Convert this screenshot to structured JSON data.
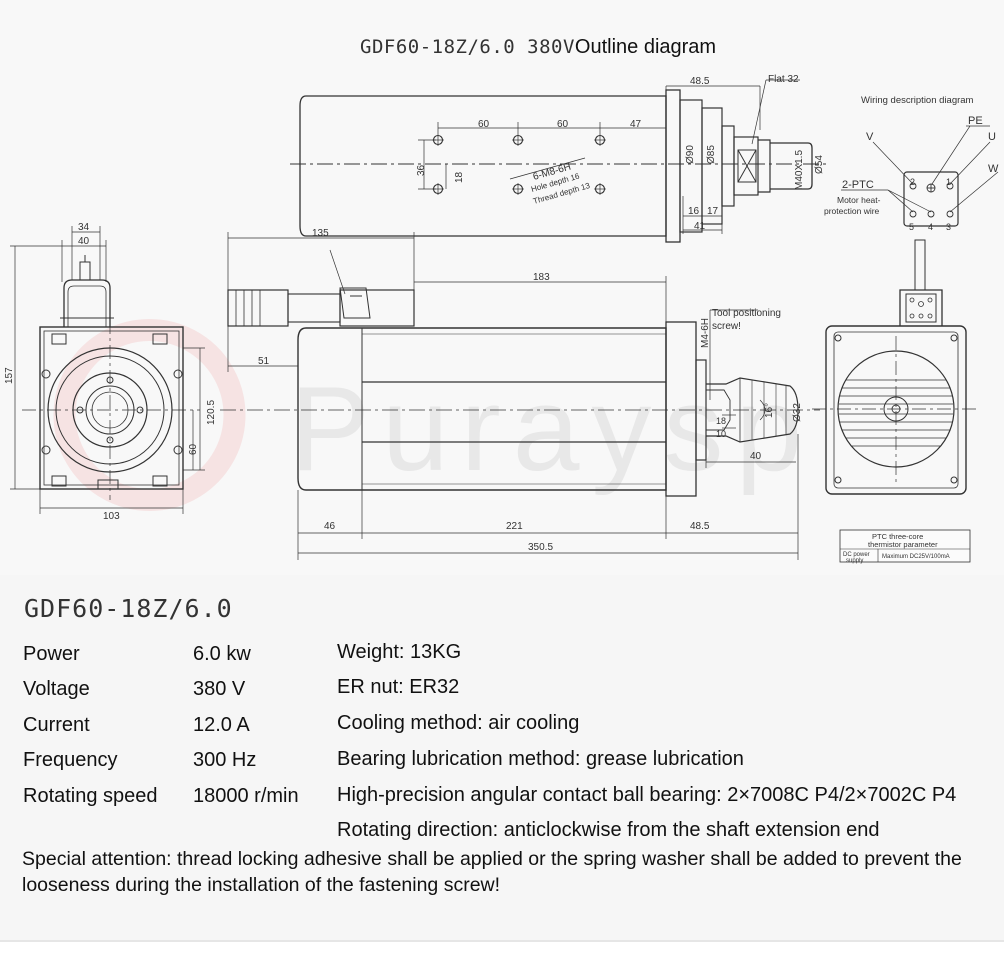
{
  "title": {
    "model": "GDF60-18Z/6.0 380V",
    "suffix": "Outline diagram"
  },
  "watermark": {
    "brand_text": "Puraysp"
  },
  "top_view": {
    "flat_label": "Flat 32",
    "hole_note": "6-M8-6H",
    "hole_depth": "Hole depth 16",
    "thread_depth": "Thread depth 13",
    "dim_60a": "60",
    "dim_60b": "60",
    "dim_47": "47",
    "dim_36": "36",
    "dim_18": "18",
    "dim_48_5": "48.5",
    "dim_phi90": "Ø90",
    "dim_phi85": "Ø85",
    "dim_m40": "M40X1.5",
    "dim_phi54": "Ø54",
    "dim_16": "16",
    "dim_17": "17",
    "dim_41": "41"
  },
  "wiring": {
    "title": "Wiring description diagram",
    "v": "V",
    "pe": "PE",
    "u": "U",
    "w": "W",
    "ptc": "2-PTC",
    "motor_heat": "Motor heat-",
    "protection_wire": "protection wire",
    "pin1": "1",
    "pin2": "2",
    "pin3": "3",
    "pin4": "4",
    "pin5": "5"
  },
  "front_view": {
    "dim_40": "40",
    "dim_34": "34",
    "dim_157": "157",
    "dim_120_5": "120.5",
    "dim_60": "60",
    "dim_103": "103"
  },
  "side_view": {
    "dim_135": "135",
    "dim_183": "183",
    "dim_51": "51",
    "tool_note_1": "Tool positioning",
    "tool_note_2": "screw!",
    "dim_m4": "M4-6H",
    "dim_16deg": "16°",
    "dim_phi32": "Ø32",
    "dim_18": "18",
    "dim_10": "10",
    "dim_40": "40",
    "dim_46": "46",
    "dim_221": "221",
    "dim_48_5": "48.5",
    "dim_350_5": "350.5"
  },
  "ptc_table": {
    "title_1": "PTC three-core",
    "title_2": "thermistor parameter",
    "cell_1": "DC power",
    "cell_1b": "supply",
    "cell_2": "Maximum DC25V/100mA"
  },
  "specs": {
    "model": "GDF60-18Z/6.0",
    "rows": [
      {
        "label": "Power",
        "value": "6.0 kw",
        "right": "Weight: 13KG"
      },
      {
        "label": "Voltage",
        "value": "380 V",
        "right": "ER nut: ER32"
      },
      {
        "label": "Current",
        "value": "12.0 A",
        "right": "Cooling method: air cooling"
      },
      {
        "label": "Frequency",
        "value": "300 Hz",
        "right": "Bearing lubrication method: grease lubrication"
      },
      {
        "label": "Rotating speed",
        "value": "18000 r/min",
        "right": "High-precision angular contact ball bearing: 2×7008C P4/2×7002C P4"
      }
    ],
    "rotating_direction": "Rotating direction: anticlockwise from the shaft extension end",
    "attention": "Special attention: thread locking adhesive shall be applied or the spring washer shall be added to prevent the looseness during the installation of the fastening screw!"
  },
  "colors": {
    "line": "#333333",
    "background": "#f6f6f6",
    "watermark_red": "#f2c8c8",
    "watermark_gray": "#dcdcdc"
  }
}
